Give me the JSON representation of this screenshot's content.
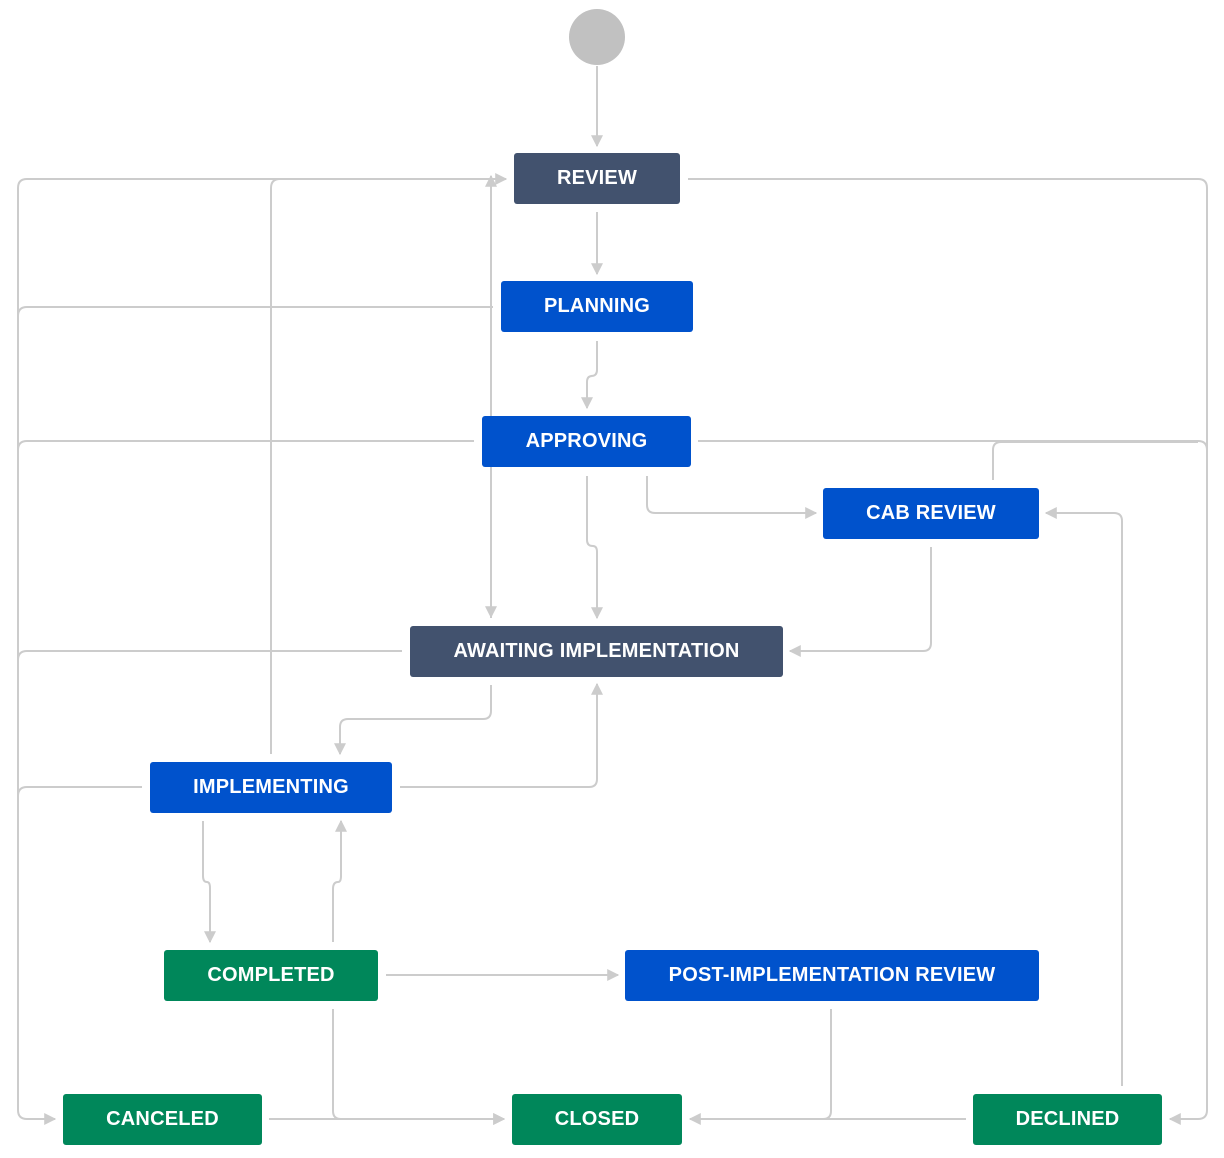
{
  "diagram": {
    "statuses": {
      "review": "REVIEW",
      "planning": "PLANNING",
      "approving": "APPROVING",
      "cab_review": "CAB REVIEW",
      "awaiting_implementation": "AWAITING IMPLEMENTATION",
      "implementing": "IMPLEMENTING",
      "completed": "COMPLETED",
      "post_implementation_review": "POST-IMPLEMENTATION REVIEW",
      "canceled": "CANCELED",
      "closed": "CLOSED",
      "declined": "DECLINED"
    },
    "colors": {
      "todo": "#42526e",
      "in_progress": "#0052cc",
      "done": "#00875a",
      "start": "#c1c1c1",
      "connector": "#cccccc"
    }
  }
}
